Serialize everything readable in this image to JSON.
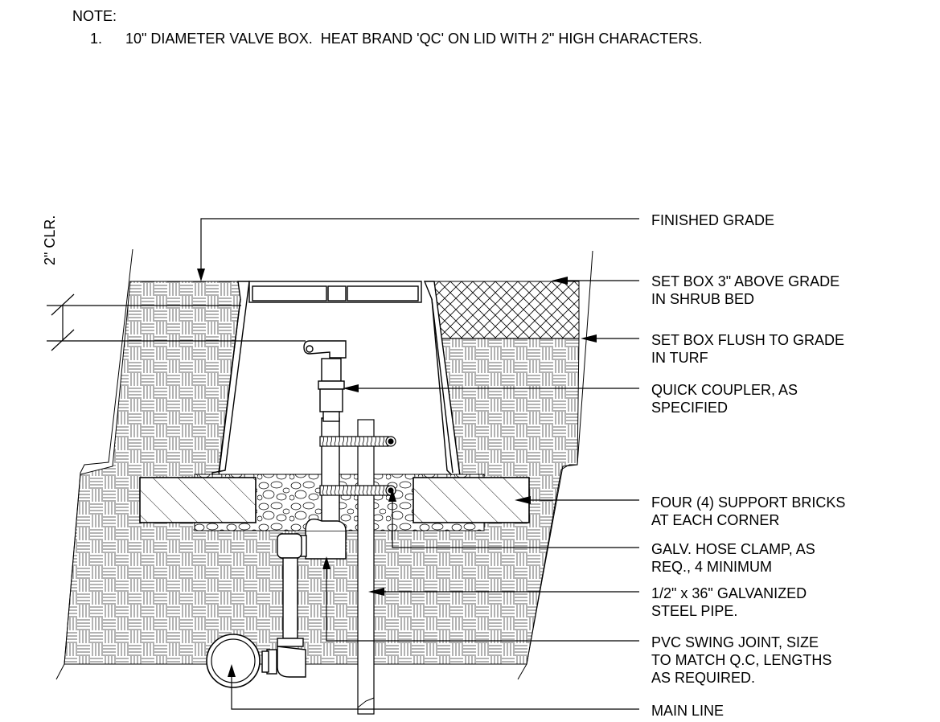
{
  "note": {
    "heading": "NOTE:",
    "items": [
      {
        "num": "1.",
        "text": "10\" DIAMETER VALVE BOX.  HEAT BRAND 'QC' ON LID WITH 2\" HIGH CHARACTERS."
      }
    ]
  },
  "dimension": {
    "text": "2\" CLR."
  },
  "callouts": [
    {
      "lines": [
        "FINISHED GRADE"
      ]
    },
    {
      "lines": [
        "SET BOX 3\" ABOVE GRADE",
        "IN SHRUB BED"
      ]
    },
    {
      "lines": [
        "SET BOX FLUSH TO GRADE",
        "IN TURF"
      ]
    },
    {
      "lines": [
        "QUICK COUPLER, AS",
        "SPECIFIED"
      ]
    },
    {
      "lines": [
        "FOUR (4) SUPPORT BRICKS",
        "AT EACH CORNER"
      ]
    },
    {
      "lines": [
        "GALV. HOSE CLAMP, AS",
        "REQ., 4 MINIMUM"
      ]
    },
    {
      "lines": [
        "1/2\" x 36\" GALVANIZED",
        "STEEL PIPE."
      ]
    },
    {
      "lines": [
        "PVC SWING JOINT, SIZE",
        "TO MATCH Q.C, LENGTHS",
        "AS REQUIRED."
      ]
    },
    {
      "lines": [
        "MAIN LINE"
      ]
    }
  ]
}
